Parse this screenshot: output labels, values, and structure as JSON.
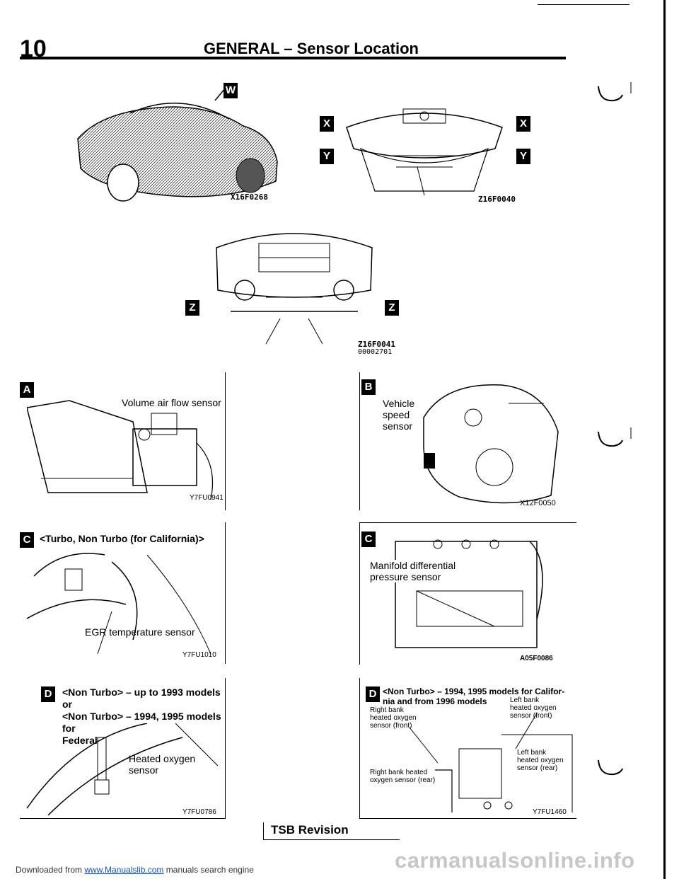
{
  "header": {
    "page_number": "10",
    "title": "GENERAL – Sensor Location"
  },
  "figures": {
    "car_code": "X16F0268",
    "front_code": "Z16F0040",
    "rear_code": "Z16F0041",
    "rear_sub_code": "00002701",
    "markers": {
      "w": "W",
      "x": "X",
      "y": "Y",
      "z": "Z"
    }
  },
  "panels": {
    "a": {
      "letter": "A",
      "label": "Volume air flow sensor",
      "code": "Y7FU0941"
    },
    "b": {
      "letter": "B",
      "label_line1": "Vehicle",
      "label_line2": "speed",
      "label_line3": "sensor",
      "code": "X12F0050"
    },
    "c_left": {
      "letter": "C",
      "heading": "<Turbo, Non Turbo (for California)>",
      "label": "EGR temperature sensor",
      "code": "Y7FU1010"
    },
    "c_right": {
      "letter": "C",
      "label_line1": "Manifold differential",
      "label_line2": "pressure sensor",
      "code": "A05F0086"
    },
    "d_left": {
      "letter": "D",
      "heading_line1": "<Non Turbo> – up to 1993 models or",
      "heading_line2": "<Non Turbo> – 1994, 1995 models for",
      "heading_line3": "Federal",
      "label_line1": "Heated oxygen",
      "label_line2": "sensor",
      "code": "Y7FU0786"
    },
    "d_right": {
      "letter": "D",
      "heading_line1": "<Non Turbo> – 1994, 1995 models for Califor-",
      "heading_line2": "nia and from 1996 models",
      "right_front_1": "Right bank",
      "right_front_2": "heated oxygen",
      "right_front_3": "sensor (front)",
      "left_front_1": "Left bank",
      "left_front_2": "heated oxygen",
      "left_front_3": "sensor (front)",
      "left_rear_1": "Left bank",
      "left_rear_2": "heated oxygen",
      "left_rear_3": "sensor (rear)",
      "right_rear_1": "Right bank heated",
      "right_rear_2": "oxygen sensor (rear)",
      "code": "Y7FU1460"
    }
  },
  "tsb": "TSB Revision",
  "footer": {
    "prefix": "Downloaded from ",
    "link": "www.Manualslib.com",
    "suffix": " manuals search engine"
  },
  "watermark": "carmanualsonline.info"
}
